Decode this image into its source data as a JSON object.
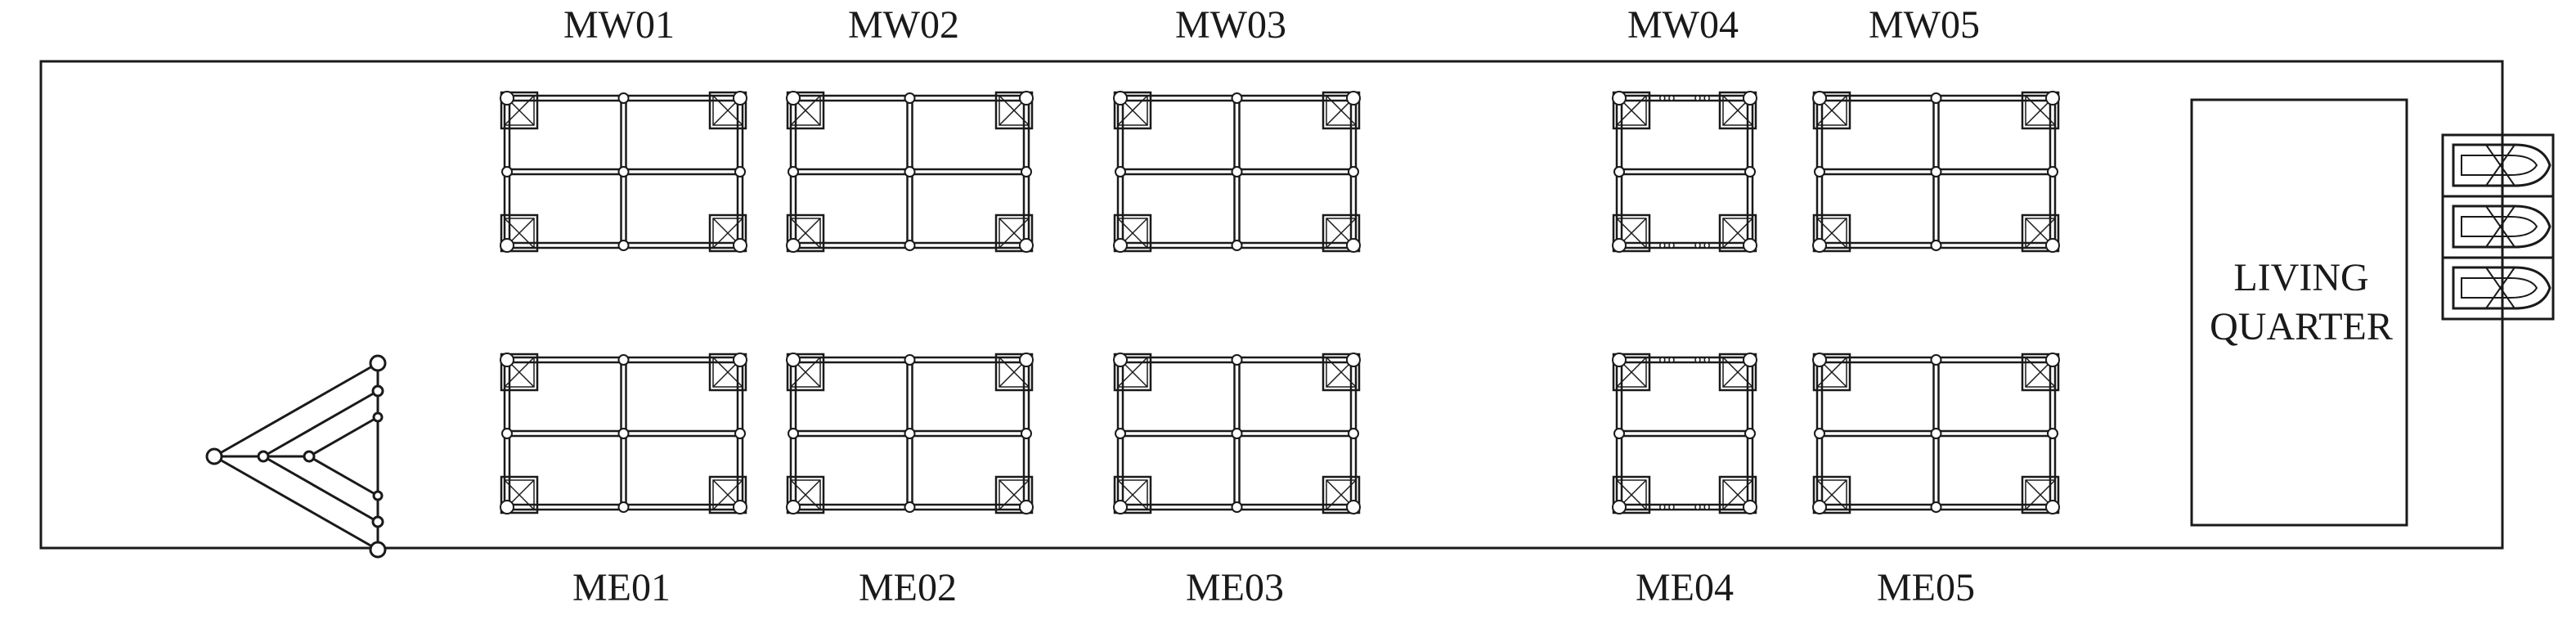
{
  "diagram": {
    "top_labels": [
      "MW01",
      "MW02",
      "MW03",
      "MW04",
      "MW05"
    ],
    "bottom_labels": [
      "ME01",
      "ME02",
      "ME03",
      "ME04",
      "ME05"
    ],
    "living_quarter": [
      "LIVING",
      "QUARTER"
    ]
  },
  "colors": {
    "line": "#1a1a1a",
    "background": "#ffffff"
  },
  "icons": {
    "bow": "bow-truss-icon",
    "lifeboats": "lifeboat-icon"
  }
}
